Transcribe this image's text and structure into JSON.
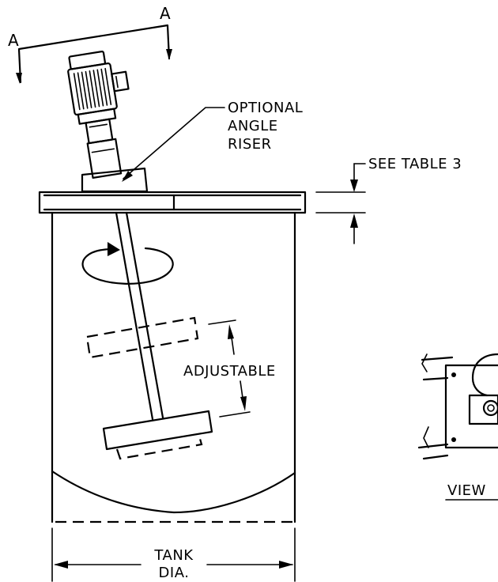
{
  "labels": {
    "section_a_left": "A",
    "section_a_right": "A",
    "riser_line1": "OPTIONAL",
    "riser_line2": "ANGLE",
    "riser_line3": "RISER",
    "see_table": "SEE TABLE 3",
    "adjustable": "ADJUSTABLE",
    "tank_line1": "TANK",
    "tank_line2": "DIA.",
    "view": "VIEW"
  }
}
